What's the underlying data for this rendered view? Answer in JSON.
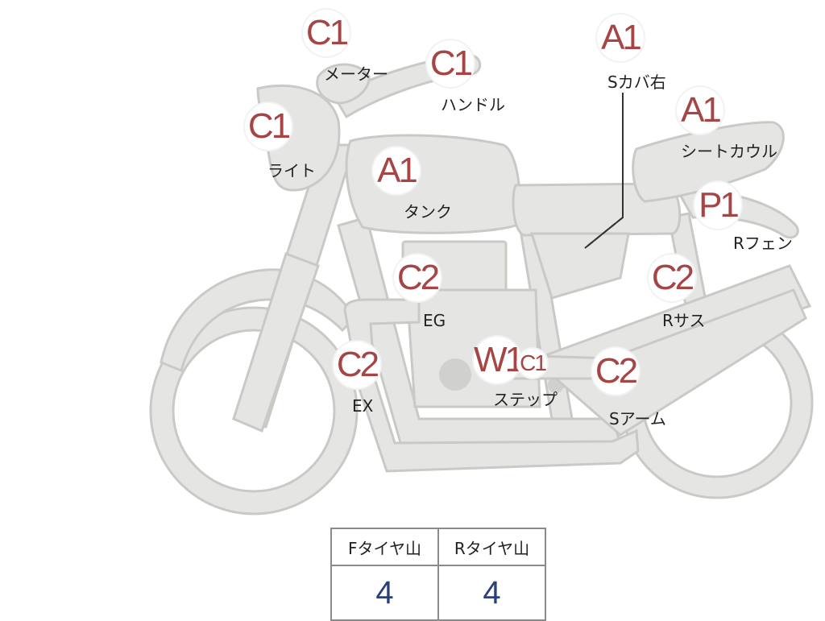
{
  "callouts": [
    {
      "id": "meter",
      "code": "C1",
      "label": "メーター"
    },
    {
      "id": "handle",
      "code": "C1",
      "label": "ハンドル"
    },
    {
      "id": "light",
      "code": "C1",
      "label": "ライト"
    },
    {
      "id": "tank",
      "code": "A1",
      "label": "タンク"
    },
    {
      "id": "side-cover-right",
      "code": "A1",
      "label": "Sカバ右"
    },
    {
      "id": "seat-cowl",
      "code": "A1",
      "label": "シートカウル"
    },
    {
      "id": "rear-fender",
      "code": "P1",
      "label": "Rフェン"
    },
    {
      "id": "engine",
      "code": "C2",
      "label": "EG"
    },
    {
      "id": "rear-suspension",
      "code": "C2",
      "label": "Rサス"
    },
    {
      "id": "exhaust",
      "code": "C2",
      "label": "EX"
    },
    {
      "id": "step",
      "code": "W1",
      "code2": "C1",
      "label": "ステップ"
    },
    {
      "id": "swing-arm",
      "code": "C2",
      "label": "Sアーム"
    }
  ],
  "tread_table": {
    "headers": [
      "Fタイヤ山",
      "Rタイヤ山"
    ],
    "values": [
      "4",
      "4"
    ]
  },
  "colors": {
    "badge_text": "#a64545",
    "value_text": "#2b3f78",
    "bike_fill": "#e5e5e3"
  }
}
